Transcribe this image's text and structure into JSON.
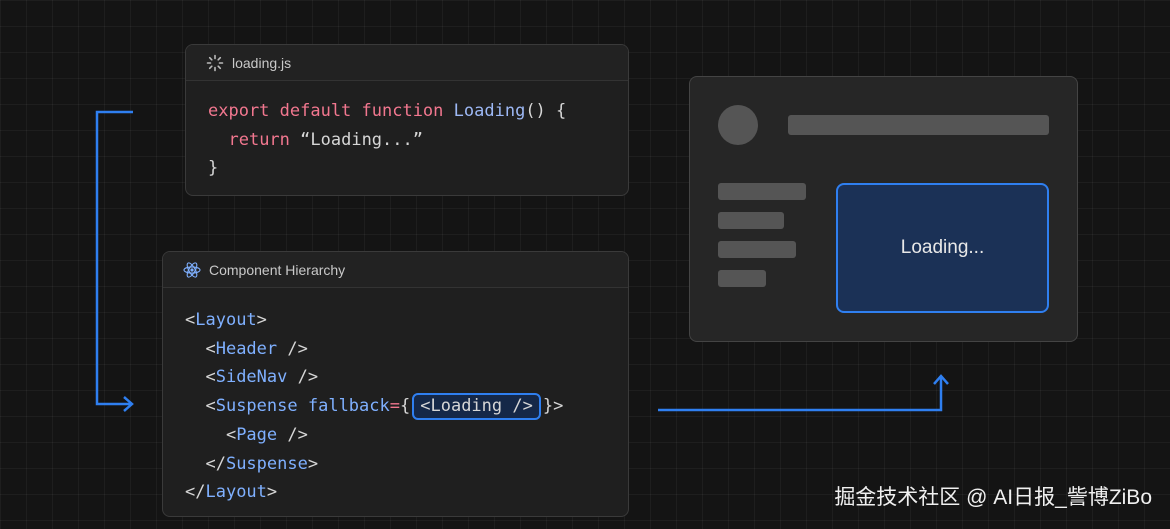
{
  "loading_card": {
    "title": "loading.js",
    "icon": "spinner-icon",
    "code": {
      "l1_kw": "export default function",
      "l1_fn": "Loading",
      "l1_end": "() {",
      "l2_kw": "return",
      "l2_str": "“Loading...”",
      "l3": "}"
    }
  },
  "hierarchy_card": {
    "title": "Component Hierarchy",
    "icon": "react-icon",
    "lines": {
      "layout_open": "Layout",
      "header": "Header",
      "sidenav": "SideNav",
      "suspense_open": "Suspense",
      "fallback_attr": "fallback",
      "fallback_value": "<Loading />",
      "page": "Page",
      "suspense_close": "Suspense",
      "layout_close": "Layout"
    }
  },
  "preview": {
    "loading_text": "Loading..."
  },
  "watermark": "掘金技术社区 @ AI日报_訾博ZiBo",
  "colors": {
    "accent": "#2f7ff0",
    "keyword": "#f2778f",
    "tag": "#7fb0ff"
  }
}
